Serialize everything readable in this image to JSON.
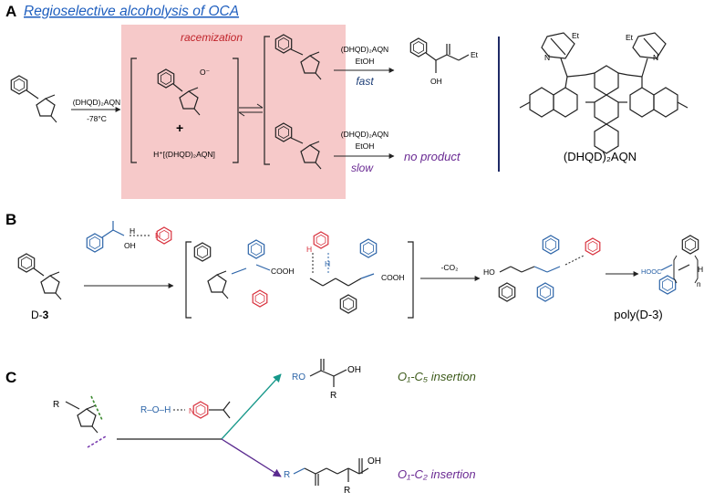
{
  "panels": {
    "a": {
      "letter": "A",
      "title": "Regioselective alcoholysis of OCA",
      "racemization": "racemization",
      "reagent_1": "(DHQD)₂AQN",
      "temp_1": "-78°C",
      "enolate_charge": "O⁻",
      "plus": "+",
      "ion_pair": "H⁺[(DHQD)₂AQN]",
      "reagent_fast": "(DHQD)₂AQN",
      "solvent_fast": "EtOH",
      "fast": "fast",
      "reagent_slow": "(DHQD)₂AQN",
      "solvent_slow": "EtOH",
      "slow": "slow",
      "no_product": "no product",
      "product_oh": "OH",
      "product_et": "Et",
      "catalyst_name": "(DHQD)₂AQN",
      "cat_et_left": "Et",
      "cat_et_right": "Et",
      "cat_n_left": "N",
      "cat_n_right": "N"
    },
    "b": {
      "letter": "B",
      "monomer_label_prefix": "D-",
      "monomer_label_num": "3",
      "oh": "OH",
      "h": "H",
      "n": "N",
      "cooh_1": "COOH",
      "cooh_2": "COOH",
      "co2": "-CO₂",
      "ho": "HO",
      "hooc": "HOOC",
      "h_sub": "H",
      "n_sub": "n",
      "polymer_label": "poly(D-3)"
    },
    "c": {
      "letter": "C",
      "r_group": "R",
      "nucleophile": "R–O–H",
      "dmap_n": "N",
      "ro": "RO",
      "oh": "OH",
      "r_top": "R",
      "insertion_top": "O₁-C₅ insertion",
      "r_left": "R",
      "oh_bottom": "OH",
      "r_bottom": "R",
      "insertion_bottom": "O₁-C₂ insertion"
    }
  },
  "colors": {
    "title_blue": "#1f5fbf",
    "racemization_red": "#c0242b",
    "highlight_pink": "#f6c9c9",
    "fast_blue": "#1e3f78",
    "slow_purple": "#6a2a93",
    "divider_navy": "#1f2a66",
    "blue_struct": "#2c64a8",
    "red_struct": "#d8303c",
    "green_text": "#3c5a1a",
    "teal_arrow": "#17988a",
    "purple_arrow": "#5a2a8f",
    "green_dash": "#3b8a2e",
    "purple_dash": "#7b3fb0"
  }
}
